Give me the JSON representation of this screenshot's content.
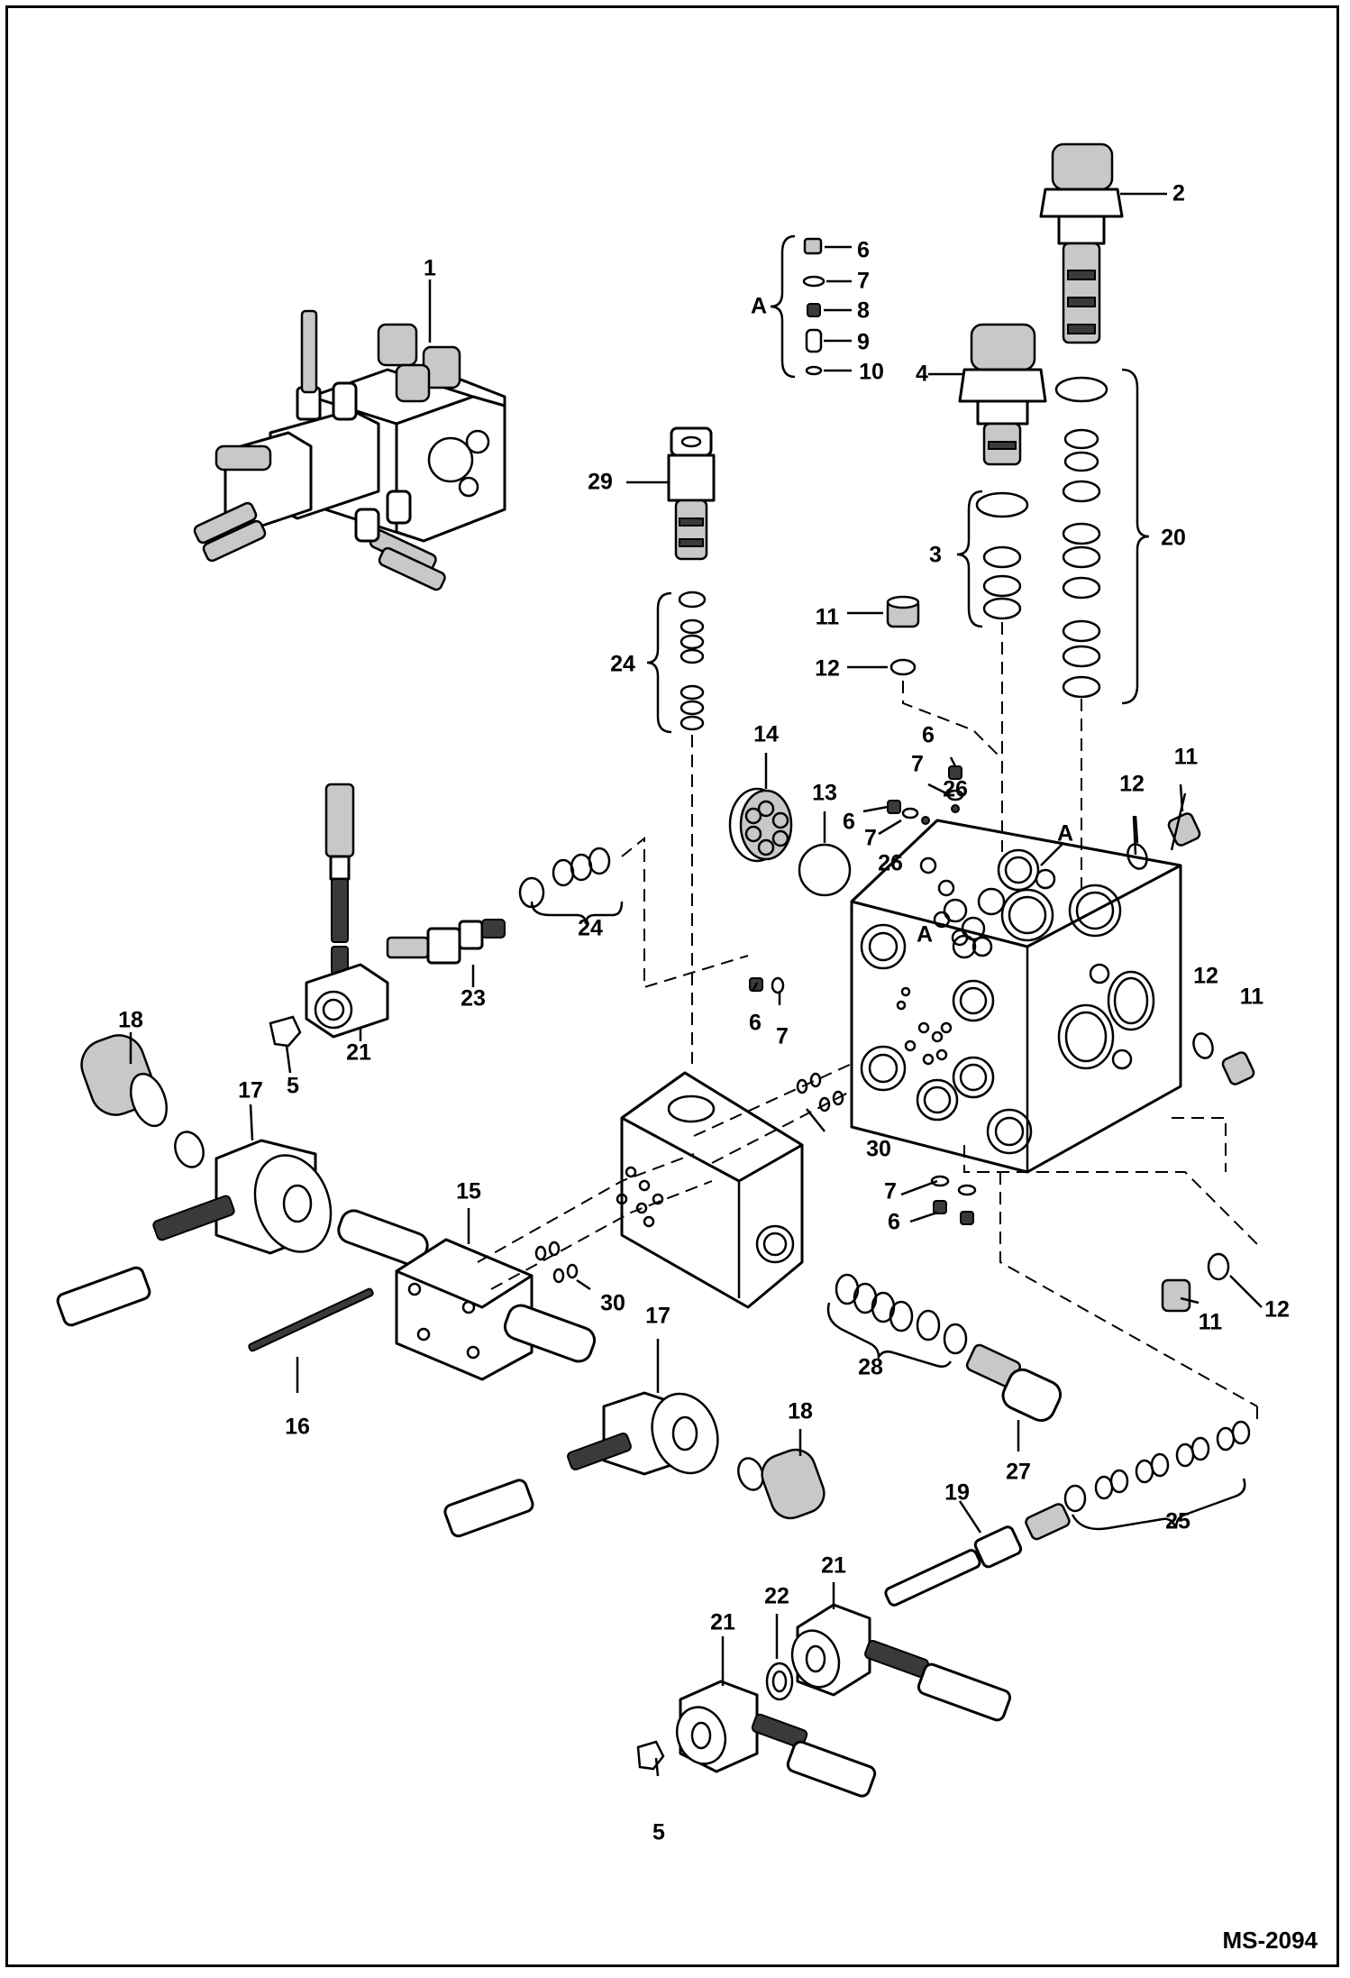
{
  "drawing_number": "MS-2094",
  "callouts": {
    "c1": "1",
    "c2": "2",
    "c3": "3",
    "c4": "4",
    "c6a": "6",
    "c7a": "7",
    "c8": "8",
    "c9": "9",
    "c10": "10",
    "cA_group": "A",
    "c29": "29",
    "c24a": "24",
    "c11a": "11",
    "c12a": "12",
    "c20": "20",
    "c14": "14",
    "c13": "13",
    "c6b": "6",
    "c7b": "7",
    "c26a": "26",
    "c6c": "6",
    "c7c": "7",
    "c26b": "26",
    "cA1": "A",
    "cA2": "A",
    "c12b": "12",
    "c11b": "11",
    "c24b": "24",
    "c23": "23",
    "c21a": "21",
    "c5a": "5",
    "c18a": "18",
    "c17a": "17",
    "c6d": "6",
    "c7d": "7",
    "c30a": "30",
    "c12c": "12",
    "c11c": "11",
    "c15": "15",
    "c16": "16",
    "c30b": "30",
    "c17b": "17",
    "c18b": "18",
    "c7e": "7",
    "c6e": "6",
    "c12d": "12",
    "c11d": "11",
    "c28": "28",
    "c27": "27",
    "c19": "19",
    "c25": "25",
    "c21b": "21",
    "c22": "22",
    "c21c": "21",
    "c5b": "5"
  }
}
